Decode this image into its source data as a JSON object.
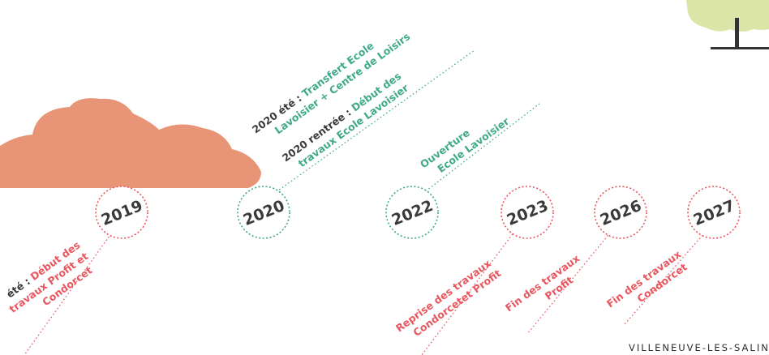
{
  "colors": {
    "green": "#3fa98a",
    "red": "#e8575f",
    "cloud": "#e89477",
    "dark": "#3a3a3a"
  },
  "milestones": [
    {
      "year": "2019"
    },
    {
      "year": "2020"
    },
    {
      "year": "2022"
    },
    {
      "year": "2023"
    },
    {
      "year": "2026"
    },
    {
      "year": "2027"
    }
  ],
  "events": {
    "e2019": {
      "lead": "été : ",
      "lines": [
        "Début des",
        "travaux Profit et",
        "Condorcet"
      ]
    },
    "e2020a": {
      "lead": "2020 été : ",
      "lines": [
        "Transfert Ecole",
        "Lavoisier + Centre de Loisirs"
      ]
    },
    "e2020b": {
      "lead": "2020 rentrée : ",
      "lines": [
        "Début des",
        "travaux Ecole Lavoisier"
      ]
    },
    "e2022": {
      "lines": [
        "Ouverture",
        "Ecole Lavoisier"
      ]
    },
    "e2023": {
      "lines": [
        "Reprise des travaux",
        "Condorcetet Profit"
      ]
    },
    "e2026": {
      "lines": [
        "Fin des travaux",
        "Profit"
      ]
    },
    "e2027": {
      "lines": [
        "Fin des travaux",
        "Condorcet"
      ]
    }
  },
  "footer": {
    "caption": "VILLENEUVE-LES-SALIN"
  }
}
